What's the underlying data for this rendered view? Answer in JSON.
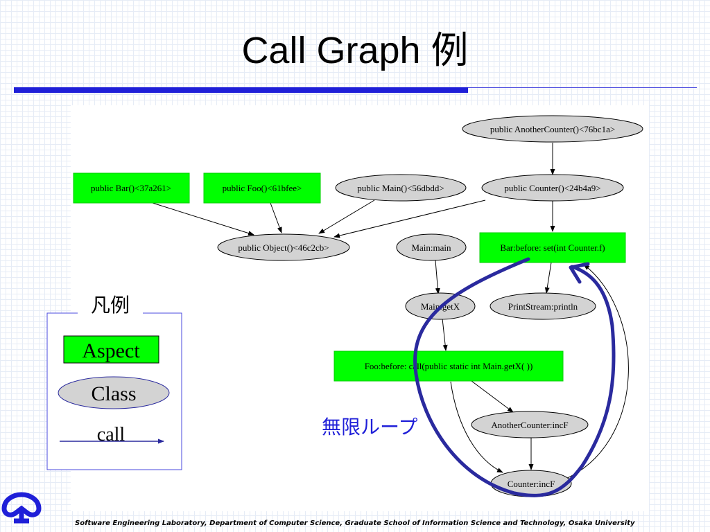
{
  "slide": {
    "title": "Call Graph 例",
    "footer": "Software Engineering Laboratory, Department of Computer Science, Graduate School of Information Science and Technology, Osaka University"
  },
  "colors": {
    "title_rule": "#1f1fd8",
    "aspect_fill": "#00ff00",
    "class_fill": "#d3d3d3",
    "loop_annotation": "#2a2a9e",
    "logo": "#1f1fd8"
  },
  "nodes": {
    "another_counter_ctor": "public AnotherCounter()<76bc1a>",
    "bar_ctor": "public Bar()<37a261>",
    "foo_ctor": "public Foo()<61bfee>",
    "main_ctor": "public Main()<56dbdd>",
    "counter_ctor": "public Counter()<24b4a9>",
    "object_ctor": "public Object()<46c2cb>",
    "main_main": "Main:main",
    "bar_before_set": "Bar:before: set(int Counter.f)",
    "main_getx": "Main:getX",
    "printstream_println": "PrintStream:println",
    "foo_before_call": "Foo:before: call(public static int Main.getX( ))",
    "anothercounter_incf": "AnotherCounter:incF",
    "counter_incf": "Counter:incF"
  },
  "legend": {
    "title": "凡例",
    "aspect_label": "Aspect",
    "class_label": "Class",
    "call_label": "call"
  },
  "annotation": {
    "infinite_loop": "無限ループ"
  },
  "logo": {
    "icon": "osaka-university-logo-icon"
  }
}
